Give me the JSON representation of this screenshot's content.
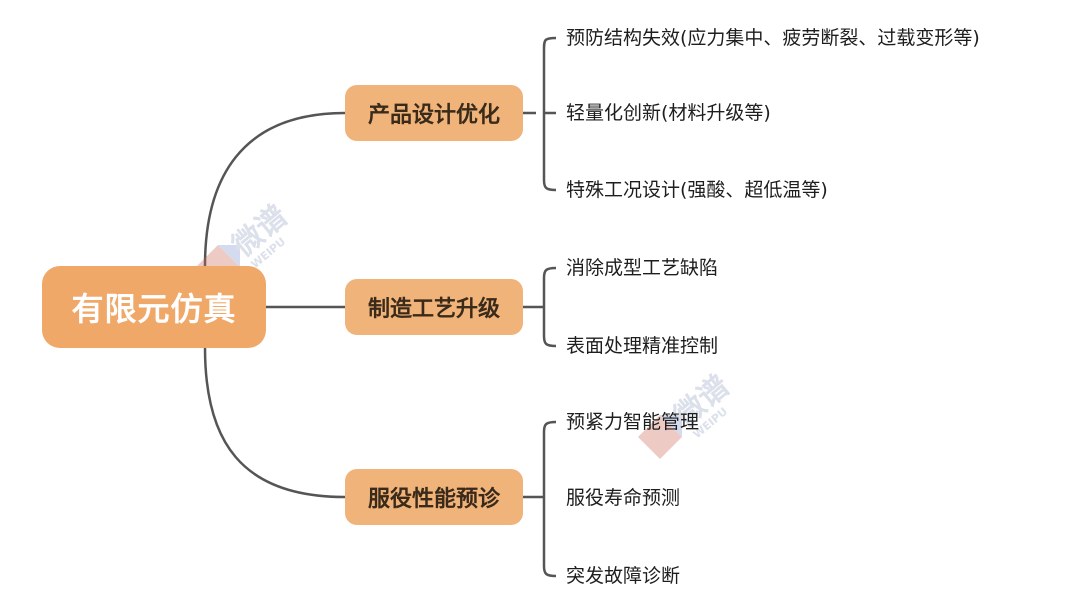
{
  "root": {
    "label": "有限元仿真"
  },
  "branches": [
    {
      "label": "产品设计优化",
      "leaves": [
        "预防结构失效(应力集中、疲劳断裂、过载变形等)",
        "轻量化创新(材料升级等)",
        "特殊工况设计(强酸、超低温等)"
      ]
    },
    {
      "label": "制造工艺升级",
      "leaves": [
        "消除成型工艺缺陷",
        "表面处理精准控制"
      ]
    },
    {
      "label": "服役性能预诊",
      "leaves": [
        "预紧力智能管理",
        "服役寿命预测",
        "突发故障诊断"
      ]
    }
  ],
  "watermark": {
    "text": "微谱",
    "subtext": "WEIPU"
  },
  "colors": {
    "root_fill": "#f0a868",
    "branch_fill": "#f0b37a",
    "connector": "#555555",
    "watermark": "#9aa7c8"
  }
}
